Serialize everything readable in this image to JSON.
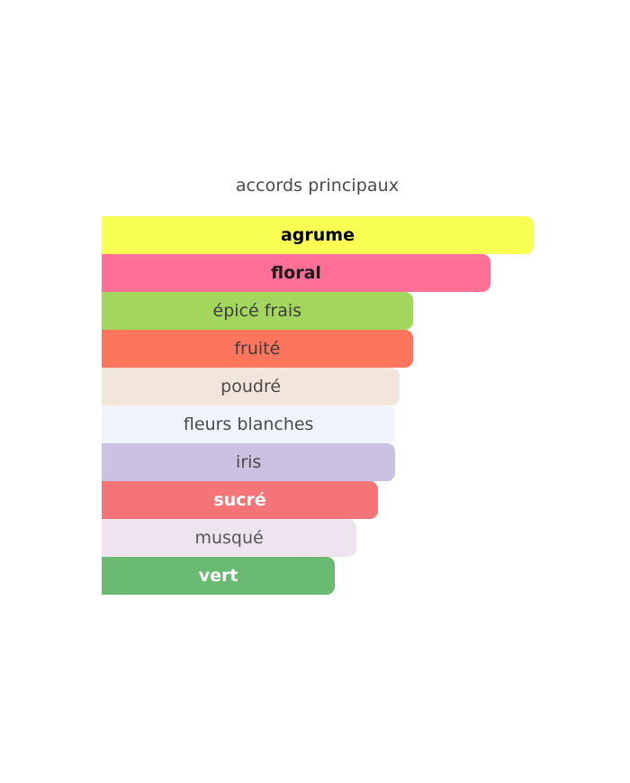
{
  "chart_data": {
    "type": "bar",
    "orientation": "horizontal",
    "title": "accords principaux",
    "categories": [
      "agrume",
      "floral",
      "épicé frais",
      "fruité",
      "poudré",
      "fleurs blanches",
      "iris",
      "sucré",
      "musqué",
      "vert"
    ],
    "values": [
      100,
      90,
      72,
      72,
      69,
      68,
      68,
      64,
      59,
      54
    ],
    "xlim": [
      0,
      100
    ],
    "grid": false,
    "bars": [
      {
        "label": "agrume",
        "value": 100,
        "color": "#f9ff52",
        "text_color": "#000000",
        "bold": true
      },
      {
        "label": "floral",
        "value": 90,
        "color": "#ff6f96",
        "text_color": "#1a1a1a",
        "bold": true
      },
      {
        "label": "épicé frais",
        "value": 72,
        "color": "#a3d65d",
        "text_color": "#3d3d3d",
        "bold": false
      },
      {
        "label": "fruité",
        "value": 72,
        "color": "#fd755c",
        "text_color": "#3d3d3d",
        "bold": false
      },
      {
        "label": "poudré",
        "value": 69,
        "color": "#f2e6dc",
        "text_color": "#4a4a4a",
        "bold": false
      },
      {
        "label": "fleurs blanches",
        "value": 68,
        "color": "#f1f4fc",
        "text_color": "#4a4a4a",
        "bold": false
      },
      {
        "label": "iris",
        "value": 68,
        "color": "#cbc1e2",
        "text_color": "#4a4a4a",
        "bold": false
      },
      {
        "label": "sucré",
        "value": 64,
        "color": "#f47477",
        "text_color": "#ffffff",
        "bold": true
      },
      {
        "label": "musqué",
        "value": 59,
        "color": "#ede4f0",
        "text_color": "#555555",
        "bold": false
      },
      {
        "label": "vert",
        "value": 54,
        "color": "#6aba71",
        "text_color": "#ffffff",
        "bold": true
      }
    ]
  }
}
